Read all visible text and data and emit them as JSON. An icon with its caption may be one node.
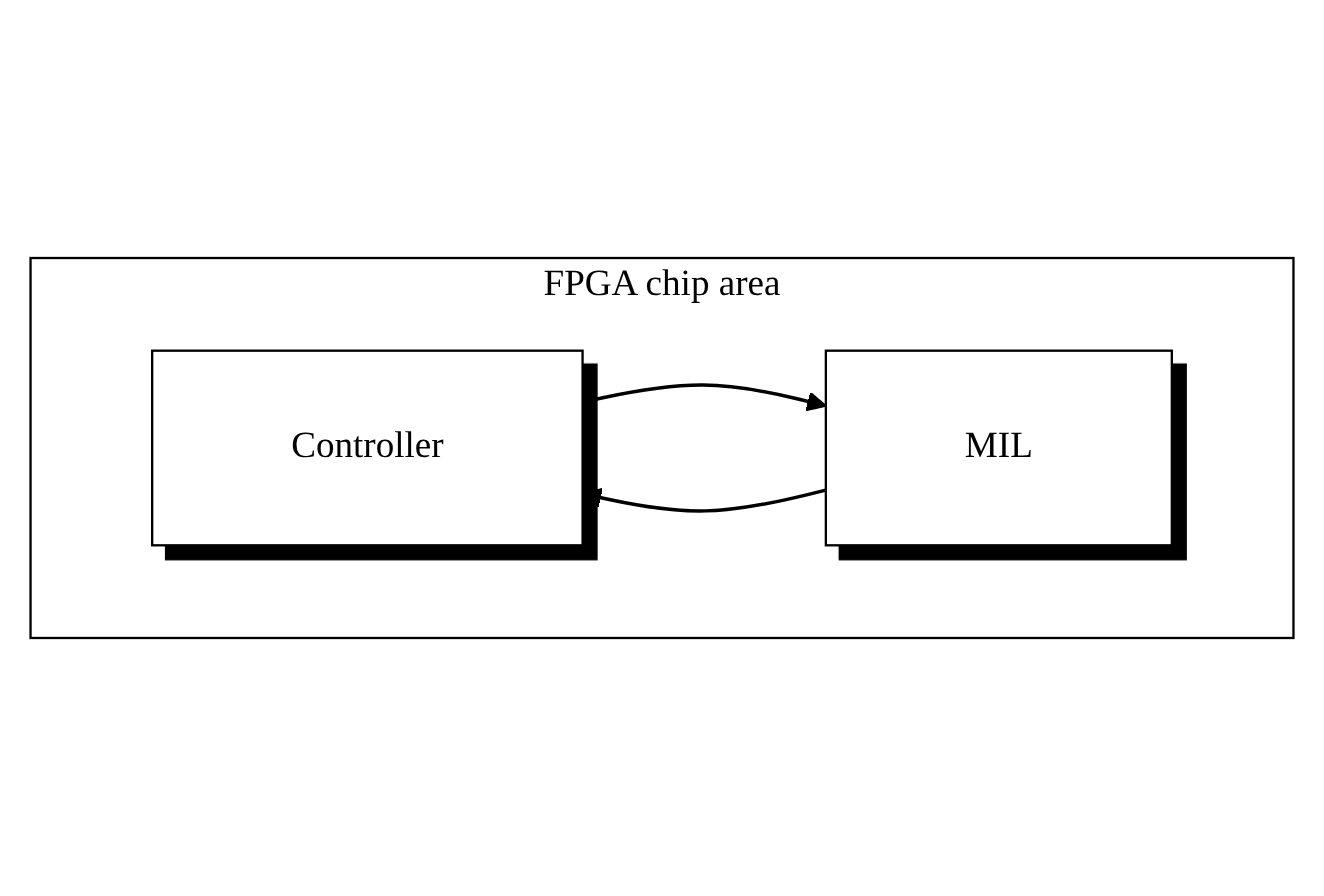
{
  "diagram": {
    "nodes": [
      {
        "text": [
          "FPGA chip area"
        ]
      },
      {
        "text": [
          "Controller"
        ],
        "in": 0
      },
      {
        "text": [
          "MIL"
        ],
        "in": 0
      }
    ],
    "edges": [
      {
        "from": 1,
        "to": 2,
        "arrow": "to"
      },
      {
        "from": 2,
        "to": 1,
        "arrow": "to"
      }
    ]
  }
}
